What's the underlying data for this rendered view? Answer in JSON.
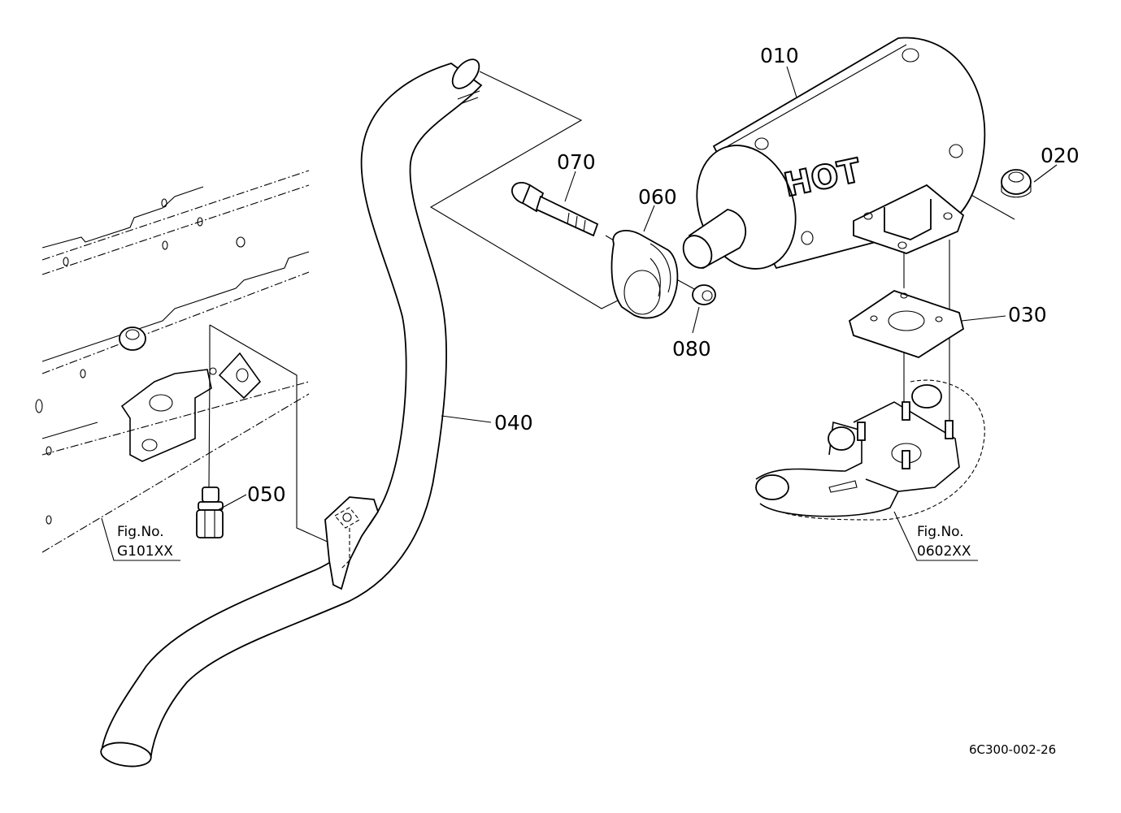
{
  "diagram": {
    "callouts": [
      {
        "id": "010",
        "text": "010"
      },
      {
        "id": "020",
        "text": "020"
      },
      {
        "id": "030",
        "text": "030"
      },
      {
        "id": "040",
        "text": "040"
      },
      {
        "id": "050",
        "text": "050"
      },
      {
        "id": "060",
        "text": "060"
      },
      {
        "id": "070",
        "text": "070"
      },
      {
        "id": "080",
        "text": "080"
      }
    ],
    "references": [
      {
        "line1": "Fig.No.",
        "line2": "G101XX"
      },
      {
        "line1": "Fig.No.",
        "line2": "0602XX"
      }
    ],
    "muffler_marking": "HOT",
    "drawing_code": "6C300-002-26"
  }
}
